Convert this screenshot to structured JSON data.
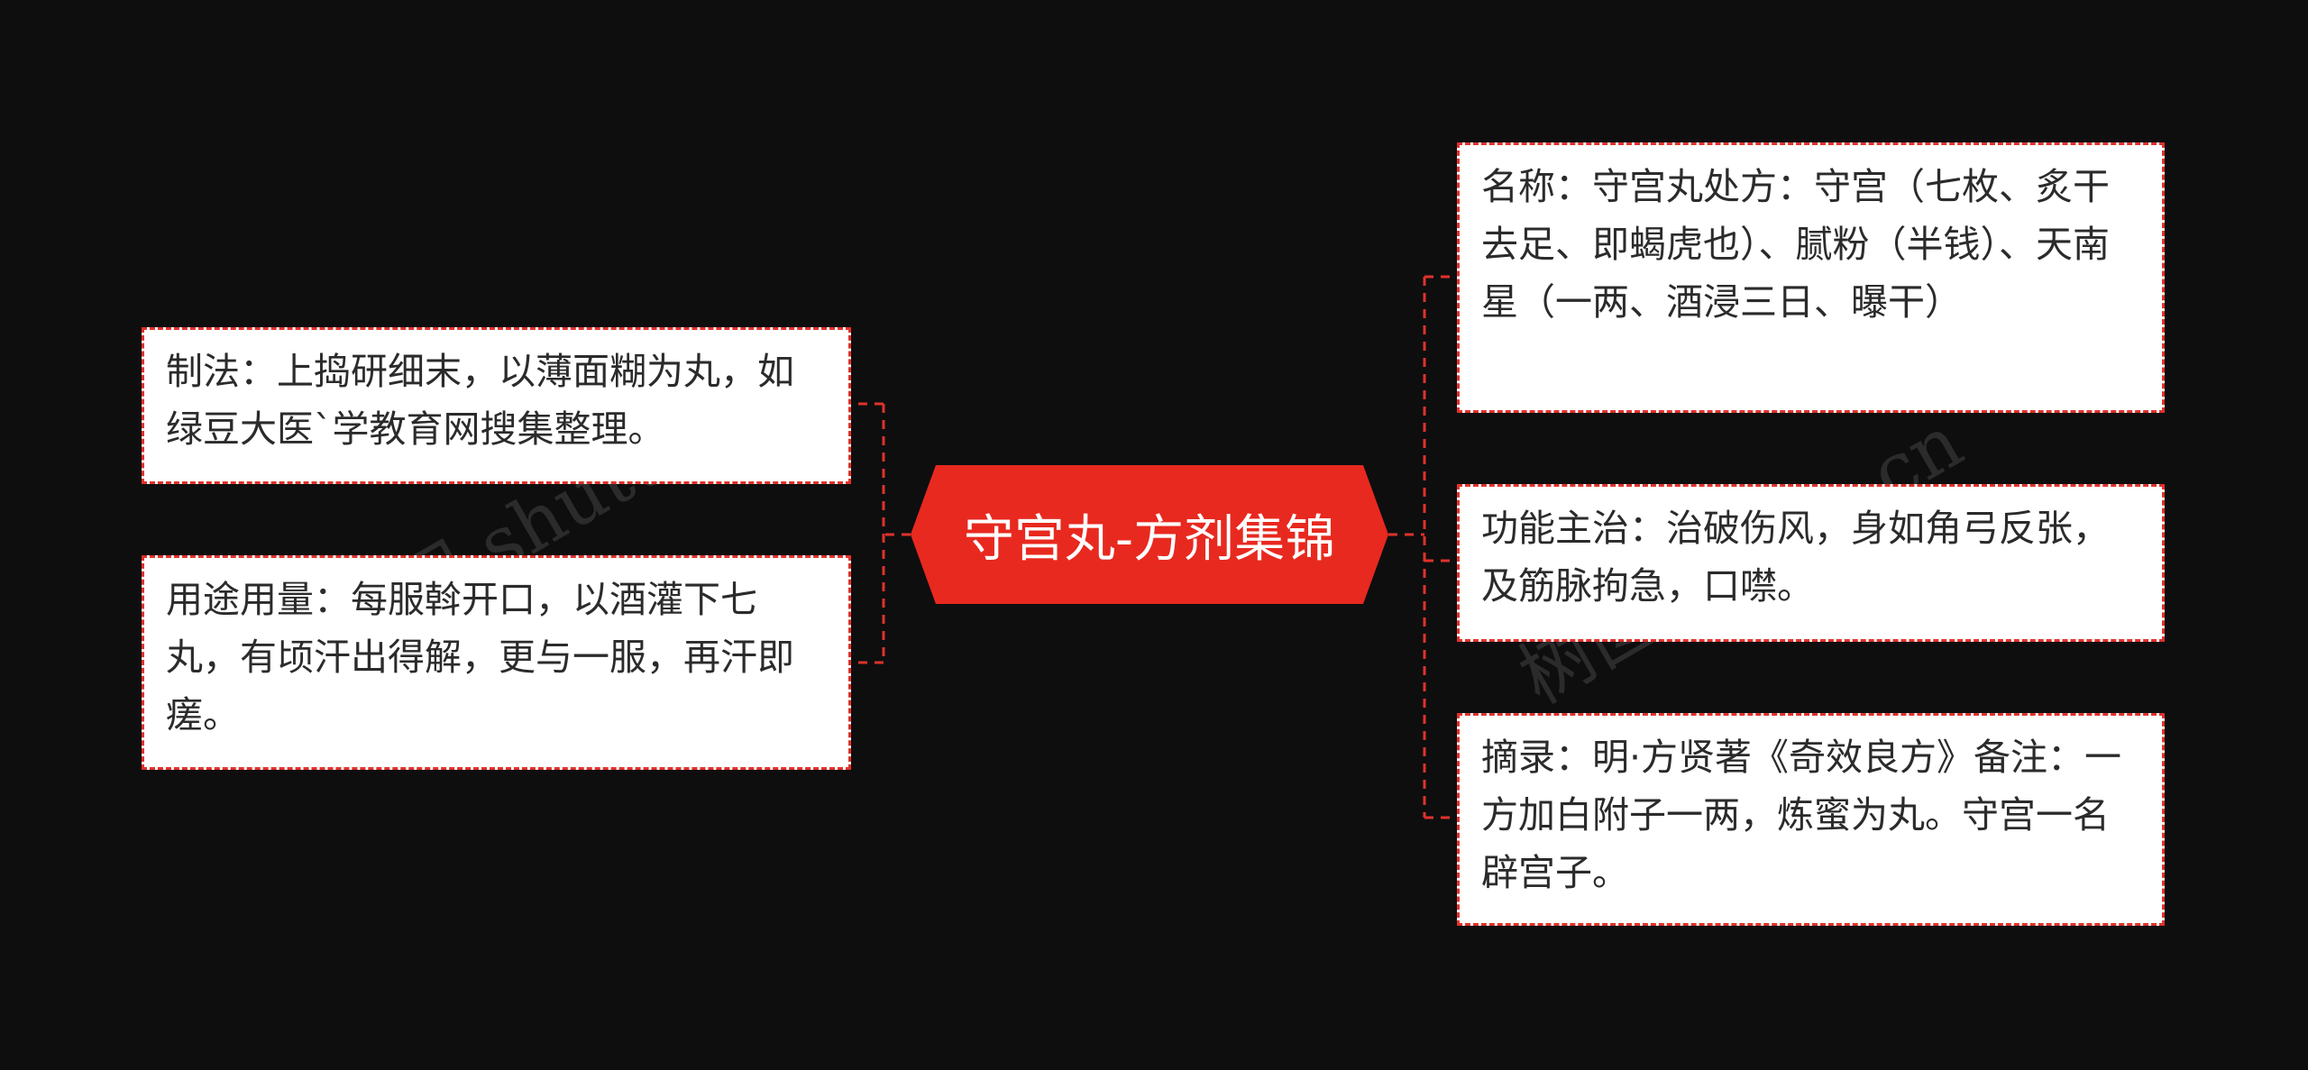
{
  "root": {
    "label": "守宫丸-方剂集锦"
  },
  "left_nodes": [
    {
      "text": "制法：上捣研细末，以薄面糊为丸，如绿豆大医`学教育网搜集整理。"
    },
    {
      "text": "用途用量：每服斡开口，以酒灌下七丸，有顷汗出得解，更与一服，再汗即瘥。"
    }
  ],
  "right_nodes": [
    {
      "text": "名称：守宫丸处方：守宫（七枚、炙干去足、即蝎虎也）、腻粉（半钱）、天南星（一两、酒浸三日、曝干）"
    },
    {
      "text": "功能主治：治破伤风，身如角弓反张，及筋脉拘急，口噤。"
    },
    {
      "text": "摘录：明·方贤著《奇效良方》备注：一方加白附子一两，炼蜜为丸。守宫一名辟宫子。"
    }
  ],
  "watermarks": [
    "树图 shutu.cn",
    "树图 shutu.cn"
  ],
  "colors": {
    "background": "#0e0e0f",
    "accent": "#e8291f",
    "border": "#e0322b",
    "node_fill": "#ffffff",
    "text": "#2b2b2b"
  }
}
